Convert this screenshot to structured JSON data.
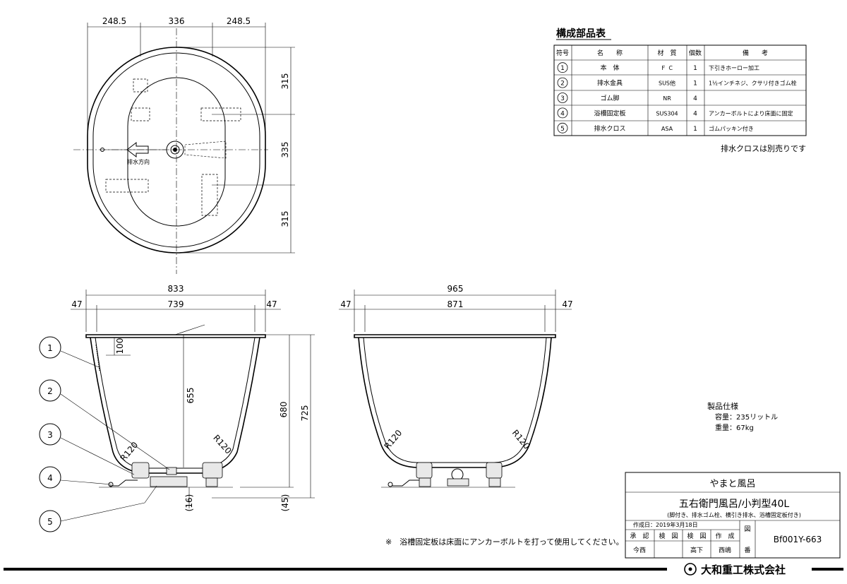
{
  "plan_view": {
    "dim_top": [
      "248.5",
      "336",
      "248.5"
    ],
    "dim_right": [
      "315",
      "335",
      "315"
    ],
    "drain_direction": "排水方向"
  },
  "side_view": {
    "width_total": "833",
    "width_inner": "739",
    "lip_left": "47",
    "lip_right": "47",
    "h_100": "100",
    "h_655": "655",
    "h_680": "680",
    "h_725": "725",
    "h_16": "(16)",
    "h_45": "(45)",
    "radius_left": "R120",
    "radius_right": "R120"
  },
  "front_view": {
    "width_total": "965",
    "width_inner": "871",
    "lip_left": "47",
    "lip_right": "47",
    "radius_left": "R120",
    "radius_right": "R120"
  },
  "callouts": [
    "1",
    "2",
    "3",
    "4",
    "5"
  ],
  "parts_table": {
    "title": "構成部品表",
    "headers": [
      "符号",
      "名　　称",
      "材　質",
      "個数",
      "備　　考"
    ],
    "rows": [
      {
        "no": "1",
        "name": "本　体",
        "material": "Ｆ Ｃ",
        "qty": "1",
        "note": "下引きホーロー加工"
      },
      {
        "no": "2",
        "name": "排水金具",
        "material": "SUS他",
        "qty": "1",
        "note": "1½インチネジ、クサリ付きゴム栓"
      },
      {
        "no": "3",
        "name": "ゴム脚",
        "material": "NR",
        "qty": "4",
        "note": ""
      },
      {
        "no": "4",
        "name": "浴槽固定板",
        "material": "SUS304",
        "qty": "4",
        "note": "アンカーボルトにより床面に固定"
      },
      {
        "no": "5",
        "name": "排水クロス",
        "material": "ASA",
        "qty": "1",
        "note": "ゴムパッキン付き"
      }
    ],
    "footnote": "排水クロスは別売りです"
  },
  "spec": {
    "title": "製品仕様",
    "capacity": "容量：235リットル",
    "weight": "重量：67kg"
  },
  "note": "※　浴槽固定板は床面にアンカーボルトを打って使用してください。",
  "title_block": {
    "series": "やまと風呂",
    "product": "五右衛門風呂/小判型40L",
    "subtitle": "(脚付き、排水ゴム栓、横引き排水、浴槽固定板付き)",
    "date": "作成日：2019年3月18日",
    "labels": [
      "承　認",
      "検　図",
      "検　図",
      "作　成"
    ],
    "names": [
      "今西",
      "",
      "高下",
      "西嶋"
    ],
    "drawing_no_label_1": "図",
    "drawing_no_label_2": "番",
    "drawing_no": "Bf001Y-663"
  },
  "company": "大和重工株式会社"
}
